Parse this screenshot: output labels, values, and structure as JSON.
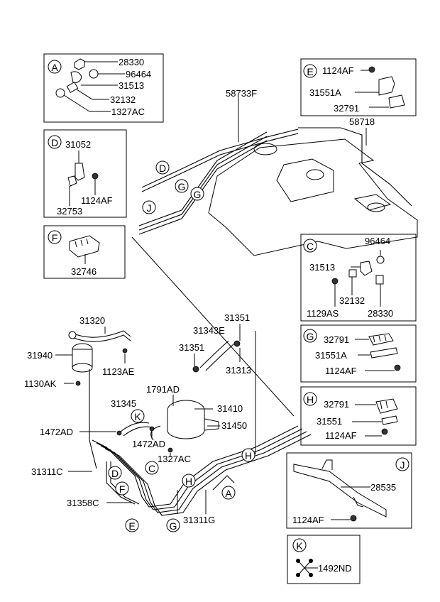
{
  "panels": {
    "A": {
      "letter": "A",
      "parts": [
        "28330",
        "96464",
        "31513",
        "32132",
        "1327AC"
      ]
    },
    "D": {
      "letter": "D",
      "parts": [
        "31052",
        "1124AF",
        "32753"
      ]
    },
    "F": {
      "letter": "F",
      "parts": [
        "32746"
      ]
    },
    "E": {
      "letter": "E",
      "parts": [
        "1124AF",
        "31551A",
        "32791"
      ]
    },
    "C": {
      "letter": "C",
      "parts": [
        "96464",
        "31513",
        "32132",
        "1129AS",
        "28330"
      ]
    },
    "G": {
      "letter": "G",
      "parts": [
        "32791",
        "31551A",
        "1124AF"
      ]
    },
    "H": {
      "letter": "H",
      "parts": [
        "32791",
        "31551",
        "1124AF"
      ]
    },
    "J": {
      "letter": "J",
      "parts": [
        "28535",
        "1124AF"
      ]
    },
    "K": {
      "letter": "K",
      "parts": [
        "1492ND"
      ]
    }
  },
  "main": {
    "tank_labels": [
      "58733F",
      "58718"
    ],
    "tank_callouts": [
      "D",
      "G",
      "G",
      "J"
    ],
    "lower_labels": [
      "31320",
      "31940",
      "1123AE",
      "1130AK",
      "31351",
      "31343E",
      "31351",
      "31313",
      "1791AD",
      "31345",
      "31410",
      "31450",
      "1472AD",
      "1472AD",
      "1327AC",
      "31311C",
      "31358C",
      "31311G"
    ],
    "lower_callouts": [
      "K",
      "C",
      "D",
      "F",
      "E",
      "G",
      "H",
      "H",
      "A"
    ]
  }
}
